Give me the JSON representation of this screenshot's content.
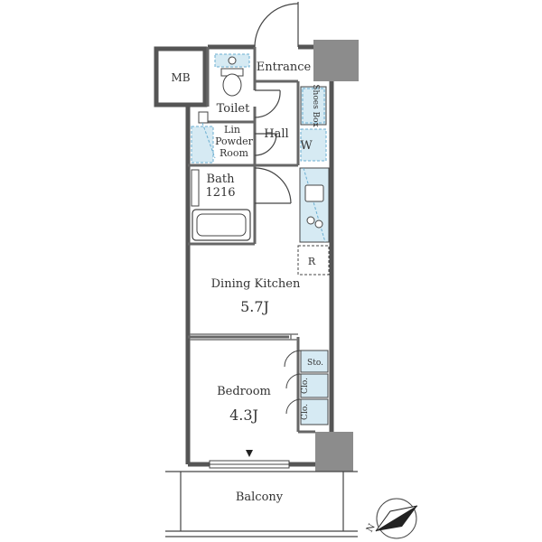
{
  "rooms": {
    "mb": "MB",
    "entrance": "Entrance",
    "toilet": "Toilet",
    "shoes_box": "Shoes Box",
    "lin": "Lin",
    "powder_room_line1": "Powder",
    "powder_room_line2": "Room",
    "hall": "Hall",
    "w": "W",
    "bath": "Bath",
    "bath_size": "1216",
    "r": "R",
    "dining_kitchen": "Dining Kitchen",
    "dining_kitchen_size": "5.7J",
    "sto": "Sto.",
    "clo": "Clo.",
    "bedroom": "Bedroom",
    "bedroom_size": "4.3J",
    "balcony": "Balcony"
  },
  "compass": {
    "north": "N"
  },
  "colors": {
    "wall": "#8c8c8c",
    "outline": "#333333",
    "fixture_blue": "#d6eaf3",
    "dashed": "#6aaed1"
  }
}
